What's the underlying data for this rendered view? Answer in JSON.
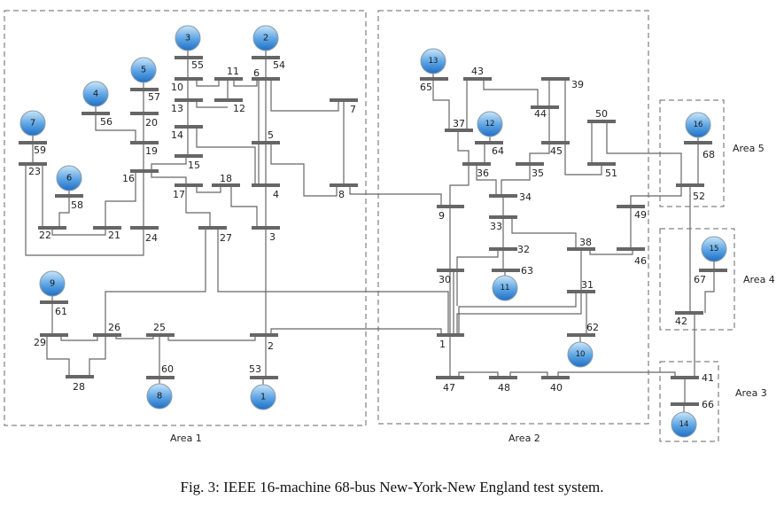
{
  "figure": {
    "caption": "Fig. 3: IEEE 16-machine 68-bus New-York-New England test system.",
    "colors": {
      "line": "#666666",
      "generator_top": "#bfe0f7",
      "generator_bottom": "#2f7fd0",
      "area_border": "#666666"
    }
  },
  "areas": [
    {
      "id": "area1",
      "label": "Area 1"
    },
    {
      "id": "area2",
      "label": "Area 2"
    },
    {
      "id": "area3",
      "label": "Area 3"
    },
    {
      "id": "area4",
      "label": "Area 4"
    },
    {
      "id": "area5",
      "label": "Area 5"
    }
  ],
  "generators": [
    {
      "id": 1,
      "label": "1",
      "bus": 53
    },
    {
      "id": 2,
      "label": "2",
      "bus": 54
    },
    {
      "id": 3,
      "label": "3",
      "bus": 55
    },
    {
      "id": 4,
      "label": "4",
      "bus": 56
    },
    {
      "id": 5,
      "label": "5",
      "bus": 57
    },
    {
      "id": 6,
      "label": "6",
      "bus": 58
    },
    {
      "id": 7,
      "label": "7",
      "bus": 59
    },
    {
      "id": 8,
      "label": "8",
      "bus": 60
    },
    {
      "id": 9,
      "label": "9",
      "bus": 61
    },
    {
      "id": 10,
      "label": "10",
      "bus": 62
    },
    {
      "id": 11,
      "label": "11",
      "bus": 63
    },
    {
      "id": 12,
      "label": "12",
      "bus": 64
    },
    {
      "id": 13,
      "label": "13",
      "bus": 65
    },
    {
      "id": 14,
      "label": "14",
      "bus": 66
    },
    {
      "id": 15,
      "label": "15",
      "bus": 67
    },
    {
      "id": 16,
      "label": "16",
      "bus": 68
    }
  ],
  "buses": [
    "1",
    "2",
    "3",
    "4",
    "5",
    "6",
    "7",
    "8",
    "9",
    "10",
    "11",
    "12",
    "13",
    "14",
    "15",
    "16",
    "17",
    "18",
    "19",
    "20",
    "21",
    "22",
    "23",
    "24",
    "25",
    "26",
    "27",
    "28",
    "29",
    "30",
    "31",
    "32",
    "33",
    "34",
    "35",
    "36",
    "37",
    "38",
    "39",
    "40",
    "41",
    "42",
    "43",
    "44",
    "45",
    "46",
    "47",
    "48",
    "49",
    "50",
    "51",
    "52",
    "53",
    "54",
    "55",
    "56",
    "57",
    "58",
    "59",
    "60",
    "61",
    "62",
    "63",
    "64",
    "65",
    "66",
    "67",
    "68"
  ]
}
